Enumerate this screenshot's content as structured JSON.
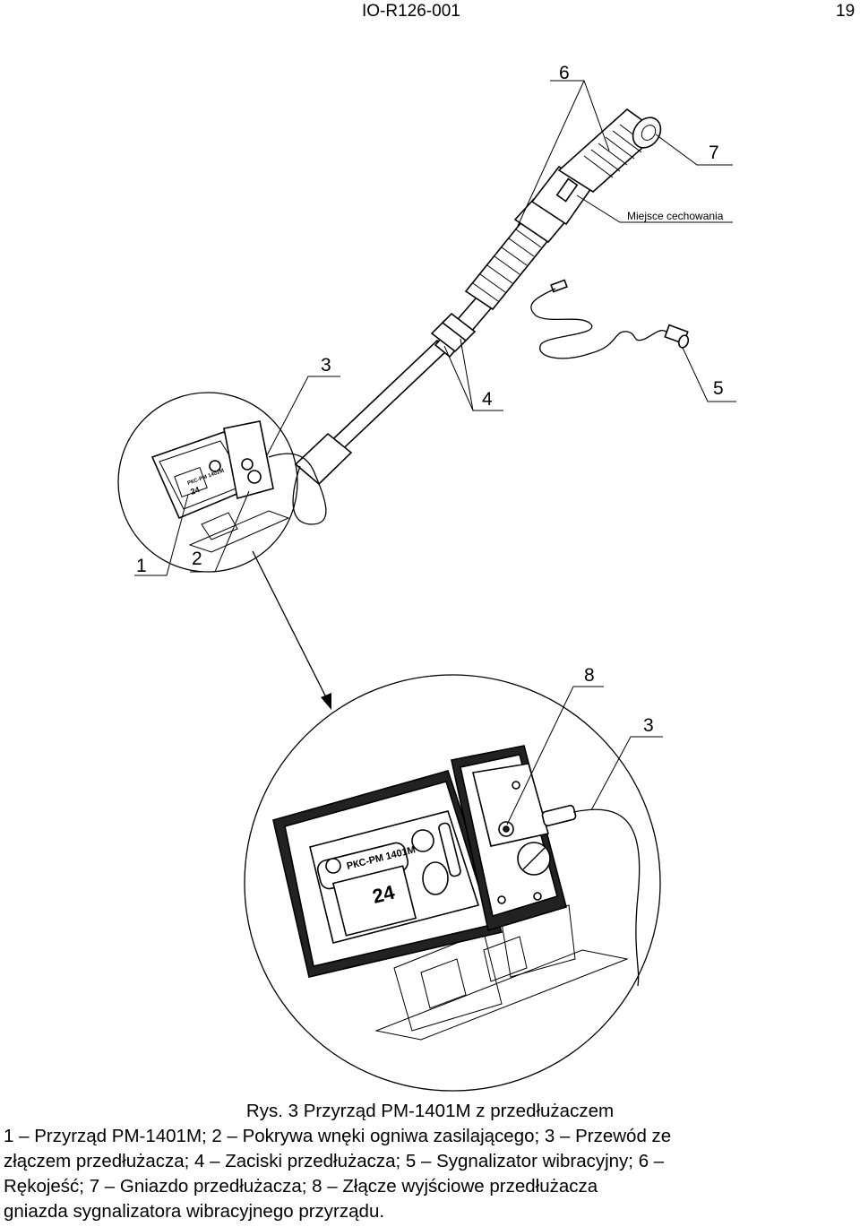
{
  "header": {
    "doc_id": "IO-R126-001",
    "page_number": "19"
  },
  "callouts": {
    "c1": "1",
    "c2": "2",
    "c3_top": "3",
    "c3_bottom": "3",
    "c4": "4",
    "c5": "5",
    "c6": "6",
    "c7": "7",
    "c8": "8",
    "seal_label": "Miejsce cechowania"
  },
  "device_text": {
    "model": "РКС-РМ 1401М",
    "display_value": "24"
  },
  "caption": {
    "title": "Rys. 3  Przyrząd PM-1401M z przedłużaczem",
    "lines": [
      "1 – Przyrząd PM-1401M; 2 – Pokrywa wnęki ogniwa zasilającego; 3 – Przewód ze",
      "złączem przedłużacza; 4 – Zaciski przedłużacza; 5 – Sygnalizator wibracyjny; 6 –",
      "Rękojeść; 7 – Gniazdo przedłużacza; 8 – Złącze wyjściowe przedłużacza",
      "gniazda sygnalizatora wibracyjnego przyrządu."
    ]
  }
}
